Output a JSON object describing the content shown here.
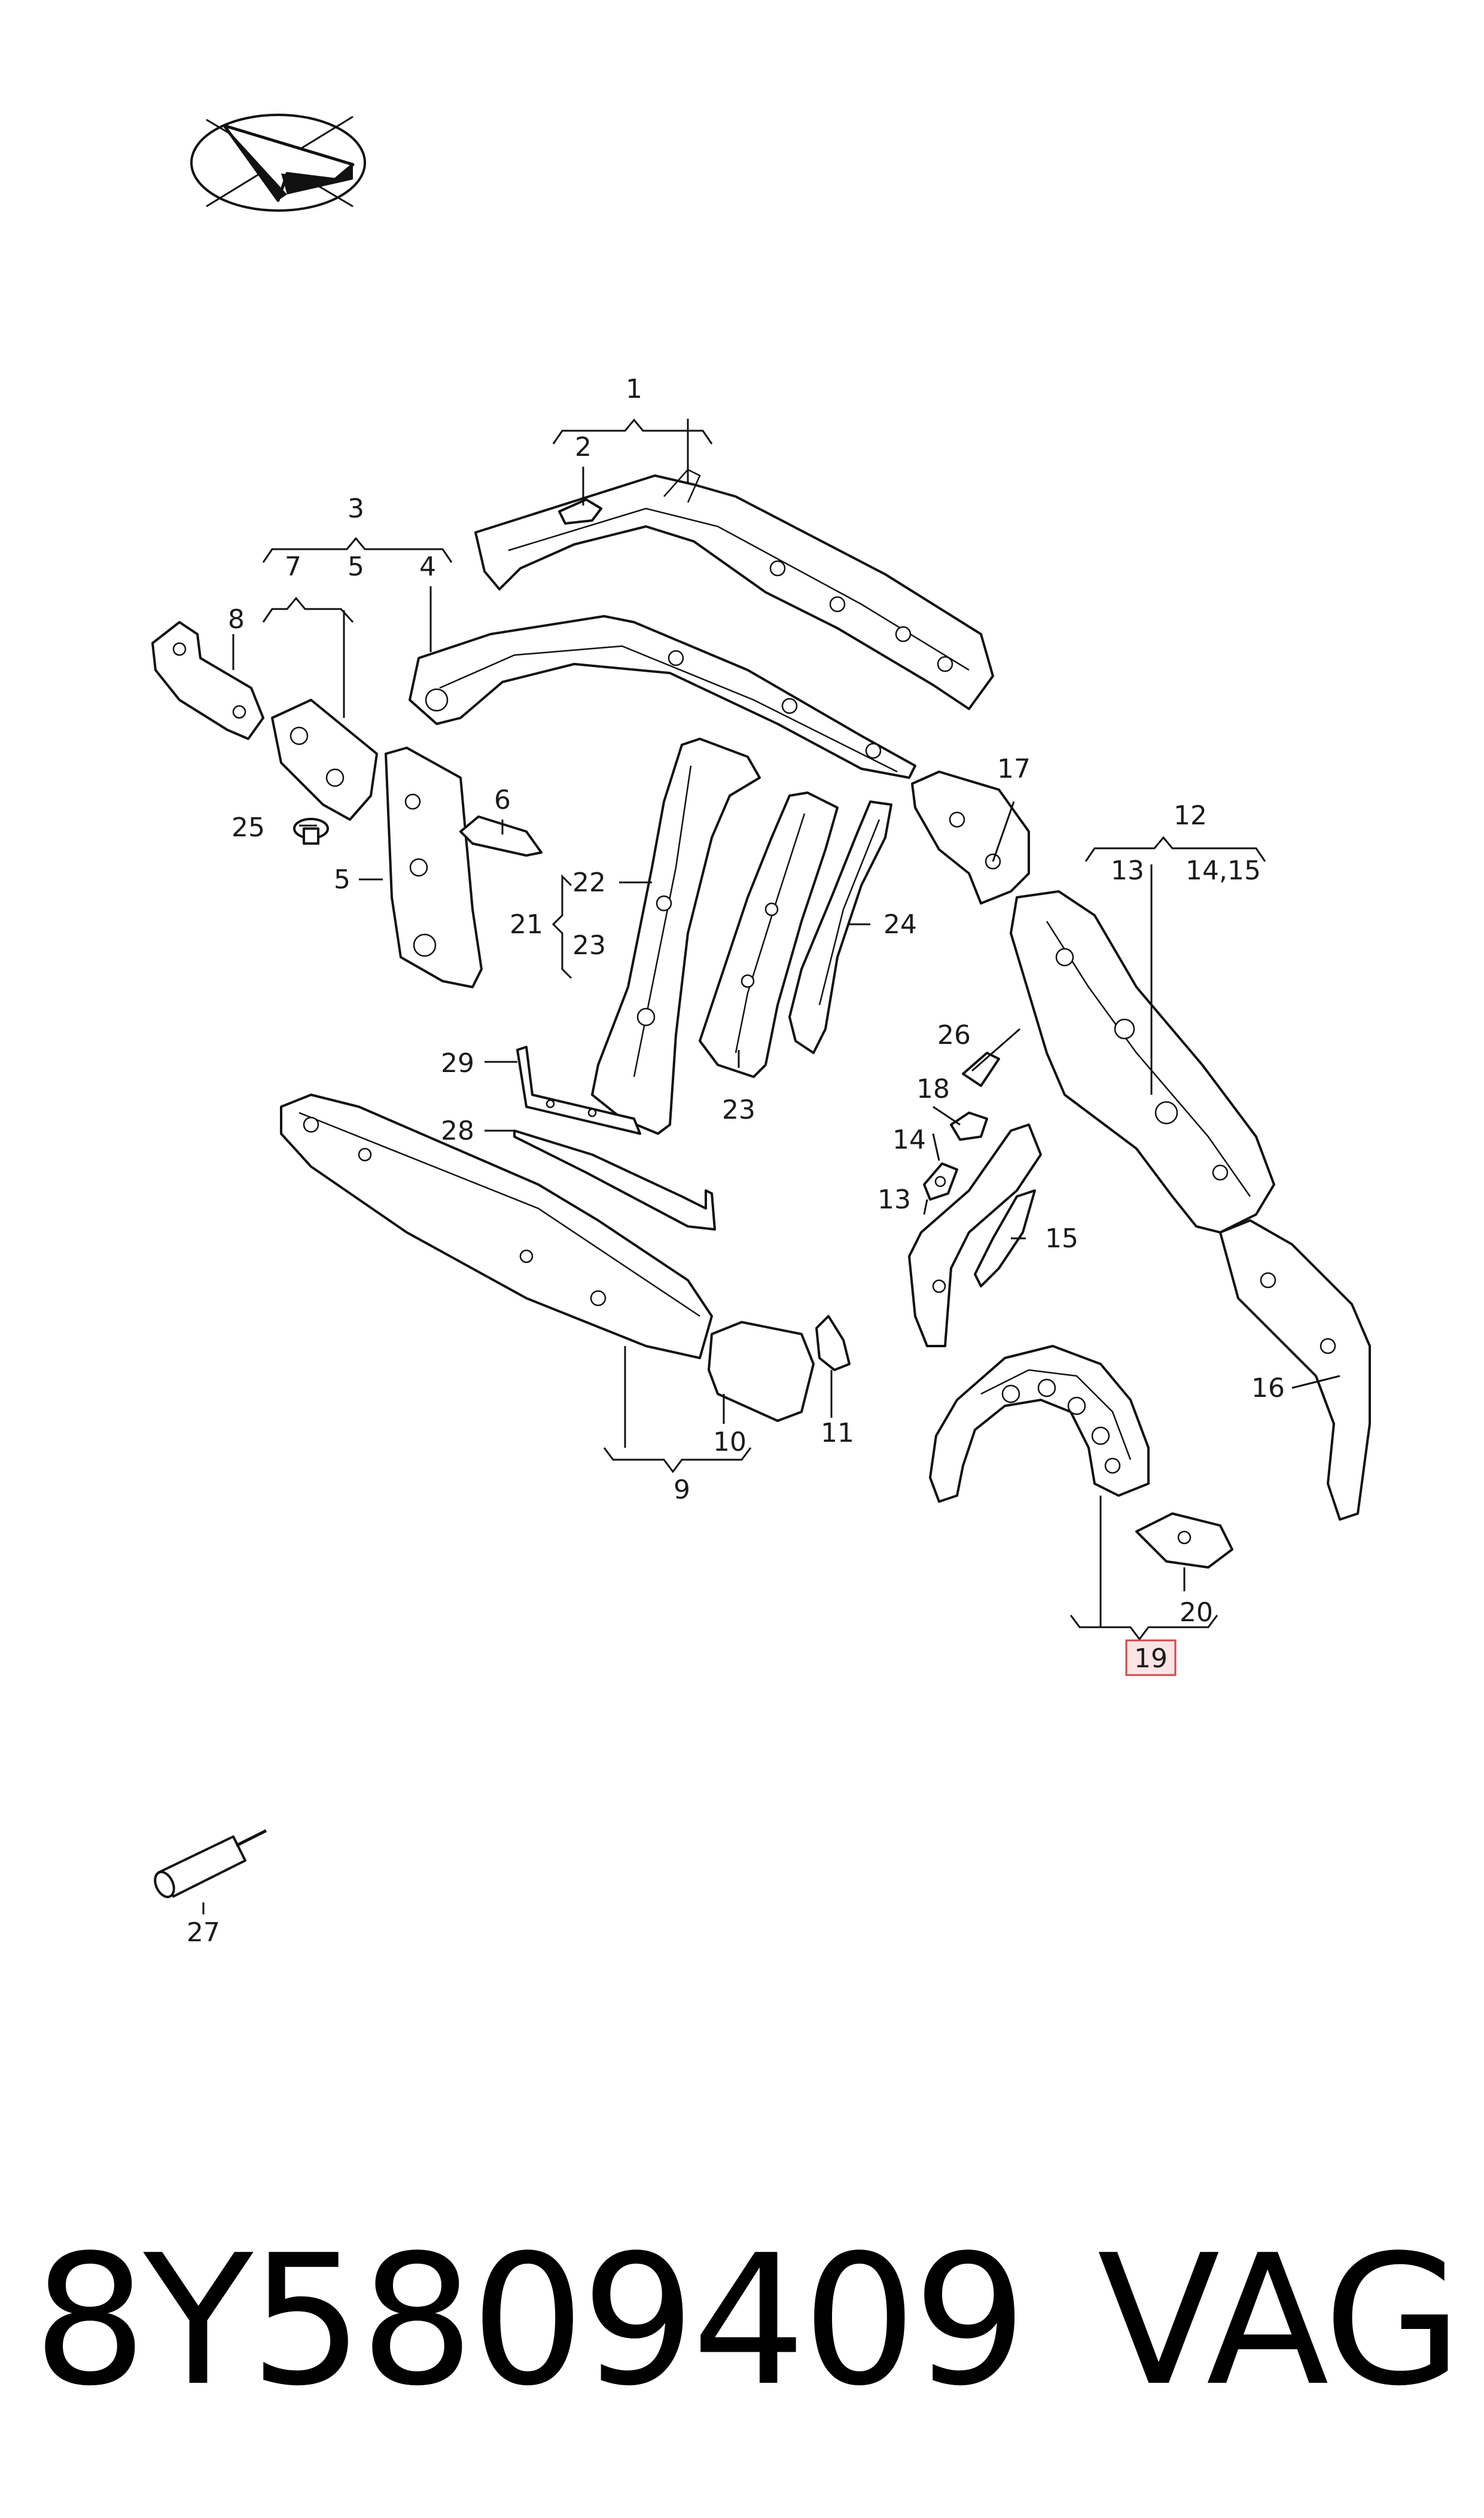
{
  "diagram": {
    "orientation_icon": "vehicle-direction-arrow-icon",
    "callouts": {
      "c1": "1",
      "c2": "2",
      "c3": "3",
      "c4": "4",
      "c5a": "5",
      "c5b": "5",
      "c6": "6",
      "c7": "7",
      "c8": "8",
      "c9": "9",
      "c10": "10",
      "c11": "11",
      "c12": "12",
      "c13a": "13",
      "c13b": "13",
      "c14a": "14,15",
      "c14b": "14",
      "c15": "15",
      "c16": "16",
      "c17": "17",
      "c18": "18",
      "c19": "19",
      "c20": "20",
      "c21": "21",
      "c22": "22",
      "c23a": "23",
      "c23b": "23",
      "c24": "24",
      "c25": "25",
      "c26": "26",
      "c27": "27",
      "c28": "28",
      "c29": "29"
    },
    "highlighted_callout": "19",
    "highlight_color": "#d04848"
  },
  "footer": {
    "part_number": "8Y5809409",
    "brand": "VAG"
  }
}
